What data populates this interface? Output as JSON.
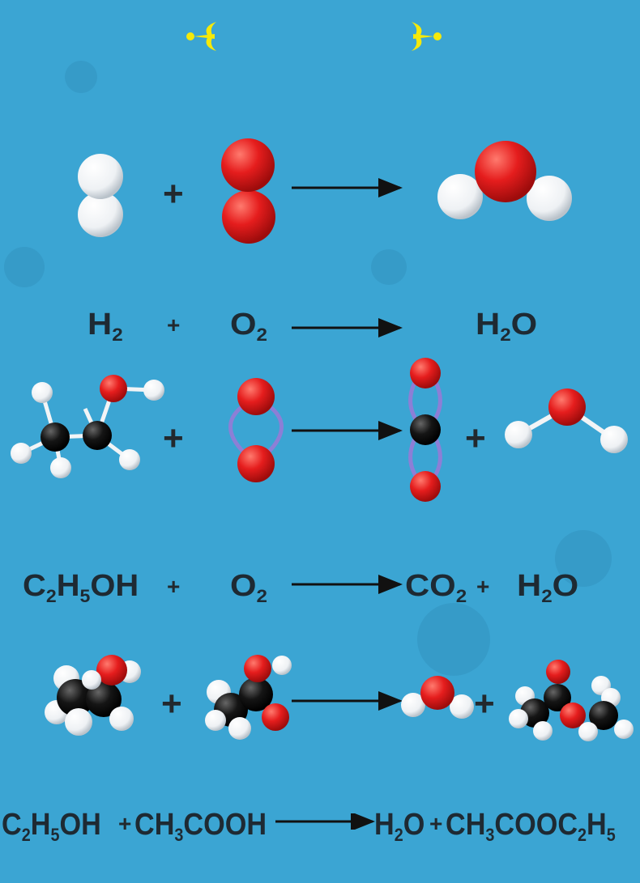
{
  "colors": {
    "background": "#3ba5d3",
    "ornament": "#f5e90a",
    "oxygen": "#e31e1e",
    "hydrogen": "#f2f4f6",
    "carbon": "#111111",
    "bond": "#8c7fd6"
  },
  "ornaments": [
    "ornament-icon",
    "ornament-icon"
  ],
  "operators": {
    "plus": "+"
  },
  "equations": {
    "eq1": {
      "reactant1": [
        [
          "H",
          "2"
        ]
      ],
      "reactant2": [
        [
          "O",
          "2"
        ]
      ],
      "product1": [
        [
          "H",
          "2"
        ],
        [
          "O",
          ""
        ]
      ]
    },
    "eq2": {
      "reactant1": [
        [
          "C",
          "2"
        ],
        [
          "H",
          "5"
        ],
        [
          "OH",
          ""
        ]
      ],
      "reactant2": [
        [
          "O",
          "2"
        ]
      ],
      "product1": [
        [
          "CO",
          "2"
        ]
      ],
      "product2": [
        [
          "H",
          "2"
        ],
        [
          "O",
          ""
        ]
      ]
    },
    "eq3": {
      "reactant1": [
        [
          "C",
          "2"
        ],
        [
          "H",
          "5"
        ],
        [
          "OH",
          ""
        ]
      ],
      "reactant2": [
        [
          "CH",
          "3"
        ],
        [
          "COOH",
          ""
        ]
      ],
      "product1": [
        [
          "H",
          "2"
        ],
        [
          "O",
          ""
        ]
      ],
      "product2": [
        [
          "CH",
          "3"
        ],
        [
          "COOC",
          "2"
        ],
        [
          "H",
          "5"
        ]
      ]
    }
  }
}
